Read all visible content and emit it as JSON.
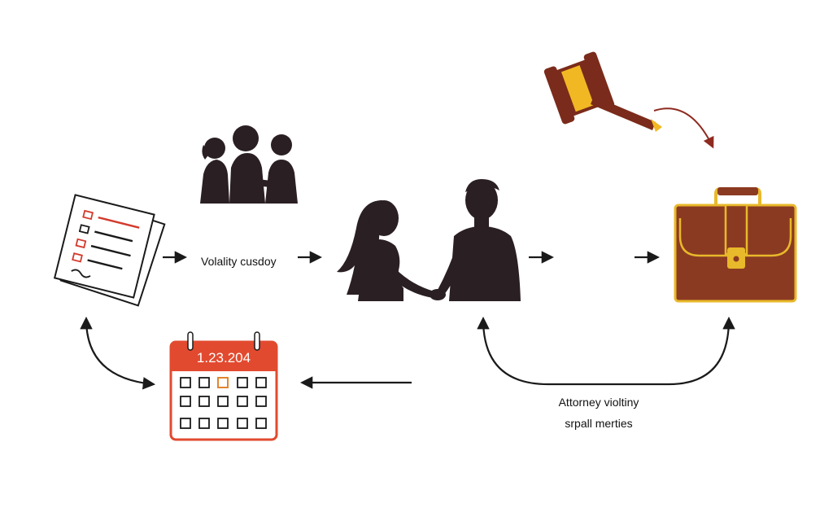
{
  "steps": {
    "custody_label": "Volality cusdoy",
    "calendar_date": "1.23.204",
    "attorney_line1": "Attorney violtiny",
    "attorney_line2": "srpall merties"
  },
  "icons": {
    "documents": "document-stack-icon",
    "group": "people-group-icon",
    "couple": "couple-holding-hands-icon",
    "gavel": "gavel-icon",
    "briefcase": "briefcase-icon",
    "calendar": "calendar-icon"
  },
  "colors": {
    "ink": "#1a1a1a",
    "silhouette": "#2a1f22",
    "calendar_red": "#e24a2f",
    "calendar_highlight": "#e2852f",
    "briefcase_brown": "#8b3a22",
    "briefcase_gold": "#e8b92a",
    "gavel_brown": "#7b2b1b",
    "gavel_gold": "#f2b823",
    "arrow_red": "#8e2a1f"
  }
}
